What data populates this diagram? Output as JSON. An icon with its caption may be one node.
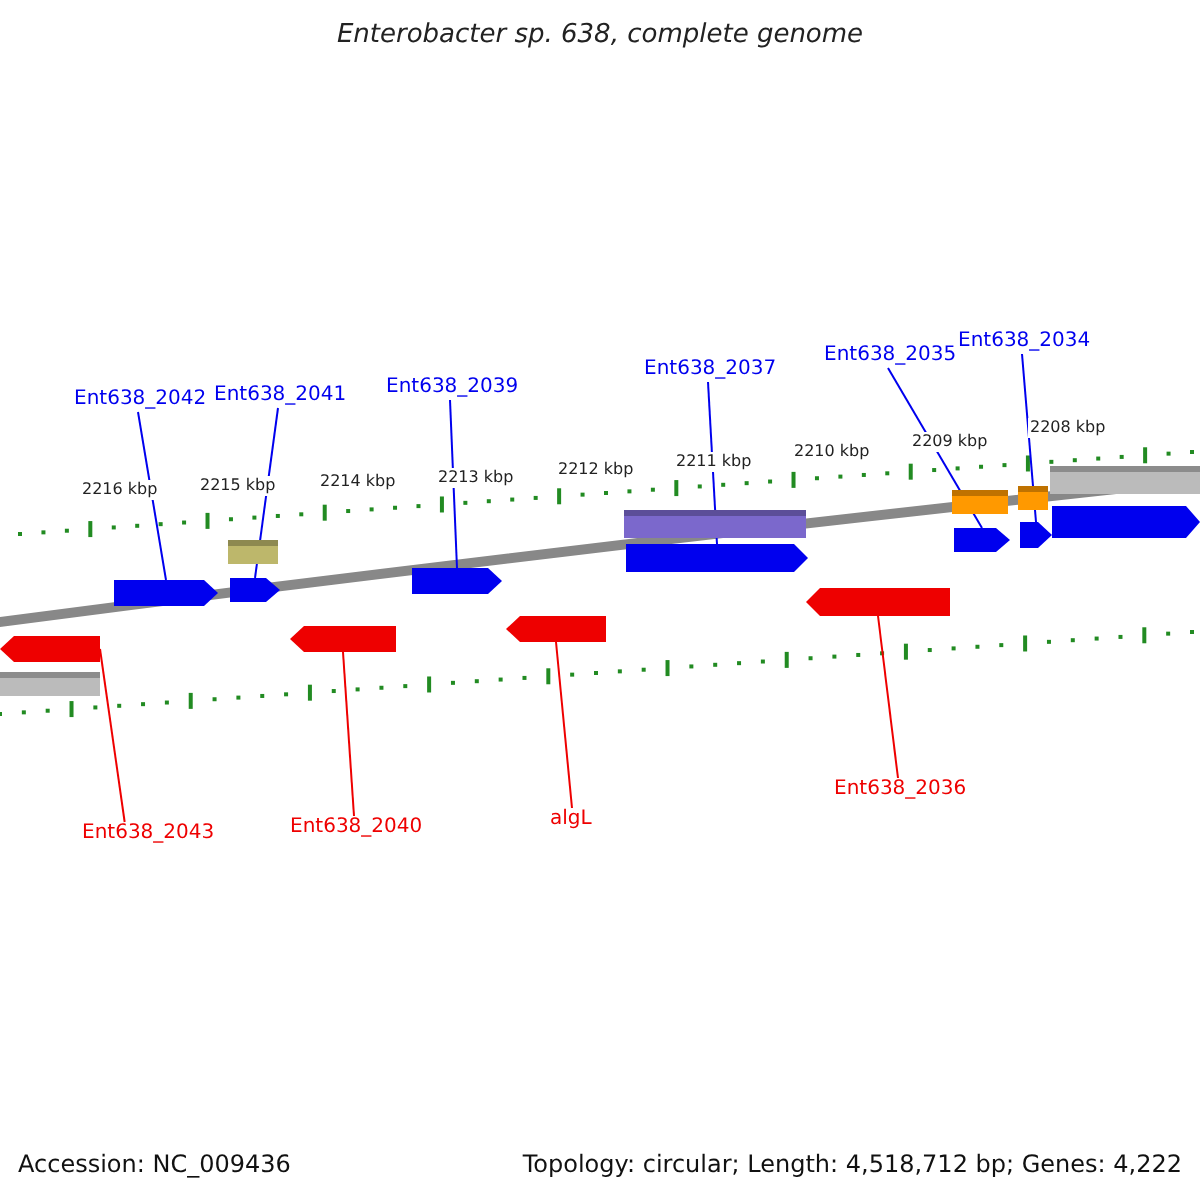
{
  "diagram": {
    "title": "Enterobacter sp. 638, complete genome",
    "nodes": [
      {
        "text": [
          "Ent638_2042"
        ]
      },
      {
        "text": [
          "Ent638_2041"
        ]
      },
      {
        "text": [
          "Ent638_2039"
        ]
      },
      {
        "text": [
          "Ent638_2037"
        ]
      },
      {
        "text": [
          "Ent638_2035"
        ]
      },
      {
        "text": [
          "Ent638_2034"
        ]
      },
      {
        "text": [],
        "shape": "bar"
      },
      {
        "text": [],
        "shape": "bar"
      },
      {
        "text": [],
        "shape": "bar"
      },
      {
        "text": [],
        "shape": "bar"
      },
      {
        "text": [],
        "shape": "bar"
      },
      {
        "text": [],
        "shape": "arrow"
      },
      {
        "text": [],
        "shape": "arrow"
      },
      {
        "text": [],
        "shape": "arrow"
      },
      {
        "text": [],
        "shape": "arrow"
      },
      {
        "text": [],
        "shape": "arrow"
      },
      {
        "text": [],
        "shape": "arrow"
      },
      {
        "text": [],
        "shape": "arrow"
      },
      {
        "text": [],
        "shape": "arrow"
      },
      {
        "text": [],
        "shape": "bar"
      },
      {
        "text": [],
        "shape": "arrow"
      },
      {
        "text": [],
        "shape": "arrow"
      },
      {
        "text": [],
        "shape": "arrow"
      },
      {
        "text": [
          "Ent638_2043"
        ]
      },
      {
        "text": [
          "Ent638_2040"
        ]
      },
      {
        "text": [
          "algL"
        ]
      },
      {
        "text": [
          "Ent638_2036"
        ]
      }
    ],
    "edges": [
      {
        "from": 0,
        "to": 11,
        "arrow": "none"
      },
      {
        "from": 1,
        "to": 12,
        "arrow": "none"
      },
      {
        "from": 2,
        "to": 13,
        "arrow": "none"
      },
      {
        "from": 3,
        "to": 14,
        "arrow": "none"
      },
      {
        "from": 4,
        "to": 15,
        "arrow": "none"
      },
      {
        "from": 5,
        "to": 16,
        "arrow": "none"
      },
      {
        "from": 23,
        "to": 18,
        "arrow": "none",
        "color": "#ee0000"
      },
      {
        "from": 24,
        "to": 20,
        "arrow": "none",
        "color": "#ee0000"
      },
      {
        "from": 25,
        "to": 21,
        "arrow": "none",
        "color": "#ee0000"
      },
      {
        "from": 26,
        "to": 22,
        "arrow": "none",
        "color": "#ee0000"
      }
    ],
    "labels": [
      "2216 kbp",
      "2215 kbp",
      "2214 kbp",
      "2213 kbp",
      "2212 kbp",
      "2211 kbp",
      "2210 kbp",
      "2209 kbp",
      "2208 kbp",
      "Accession: NC_009436",
      "Topology: circular; Length: 4,518,712 bp; Genes: 4,222"
    ]
  }
}
